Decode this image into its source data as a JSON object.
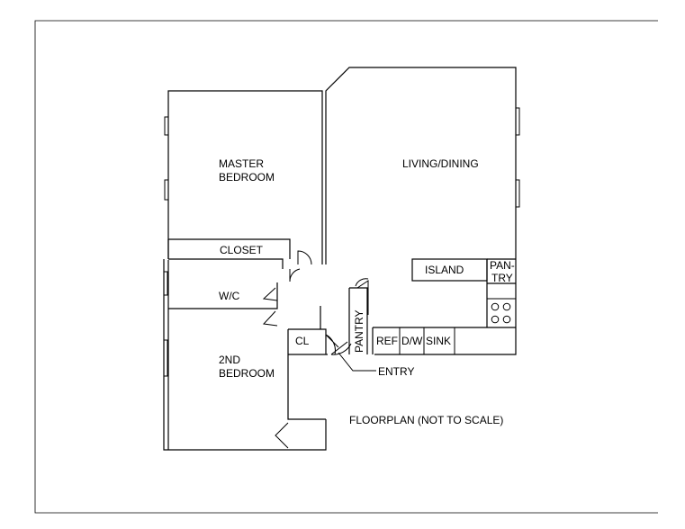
{
  "rooms": {
    "master_line1": "MASTER",
    "master_line2": "BEDROOM",
    "living": "LIVING/DINING",
    "closet": "CLOSET",
    "wc": "W/C",
    "second_line1": "2ND",
    "second_line2": "BEDROOM",
    "cl": "CL",
    "pantry": "PANTRY"
  },
  "kitchen": {
    "island": "ISLAND",
    "pantry_line1": "PAN-",
    "pantry_line2": "TRY",
    "ref": "REF",
    "dw": "D/W",
    "sink": "SINK"
  },
  "entry": "ENTRY",
  "caption": "FLOORPLAN (NOT TO SCALE)"
}
